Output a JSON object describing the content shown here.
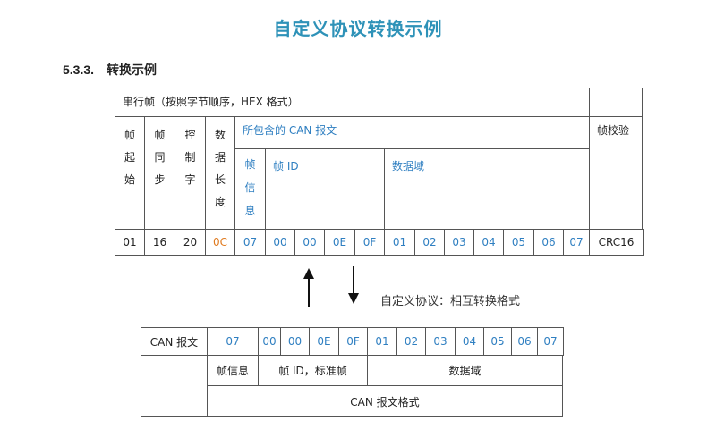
{
  "title": "自定义协议转换示例",
  "section": {
    "number": "5.3.3.",
    "heading": "转换示例"
  },
  "serial_frame": {
    "caption": "串行帧（按照字节顺序，HEX 格式）",
    "headers": {
      "frame_start": [
        "帧",
        "起",
        "始"
      ],
      "frame_sync": [
        "帧",
        "同",
        "步"
      ],
      "control": [
        "控",
        "制",
        "字"
      ],
      "data_length": [
        "数",
        "据",
        "长",
        "度"
      ],
      "can_message": "所包含的 CAN 报文",
      "frame_info": [
        "帧",
        "信",
        "息"
      ],
      "frame_id": "帧 ID",
      "data_field": "数据域",
      "checksum": "帧校验"
    },
    "values": [
      "01",
      "16",
      "20",
      "0C",
      "07",
      "00",
      "00",
      "0E",
      "0F",
      "01",
      "02",
      "03",
      "04",
      "05",
      "06",
      "07",
      "CRC16"
    ]
  },
  "conversion_note": "自定义协议：相互转换格式",
  "can_frame": {
    "row_label": "CAN 报文",
    "values": [
      "07",
      "00",
      "00",
      "0E",
      "0F",
      "01",
      "02",
      "03",
      "04",
      "05",
      "06",
      "07"
    ],
    "frame_info_label": "帧信息",
    "frame_id_label": "帧 ID，标准帧",
    "data_field_label": "数据域",
    "format_label": "CAN 报文格式"
  },
  "colors": {
    "title": "#2e92b8",
    "can_blue": "#2f7fc1",
    "length_orange": "#e07b20"
  }
}
